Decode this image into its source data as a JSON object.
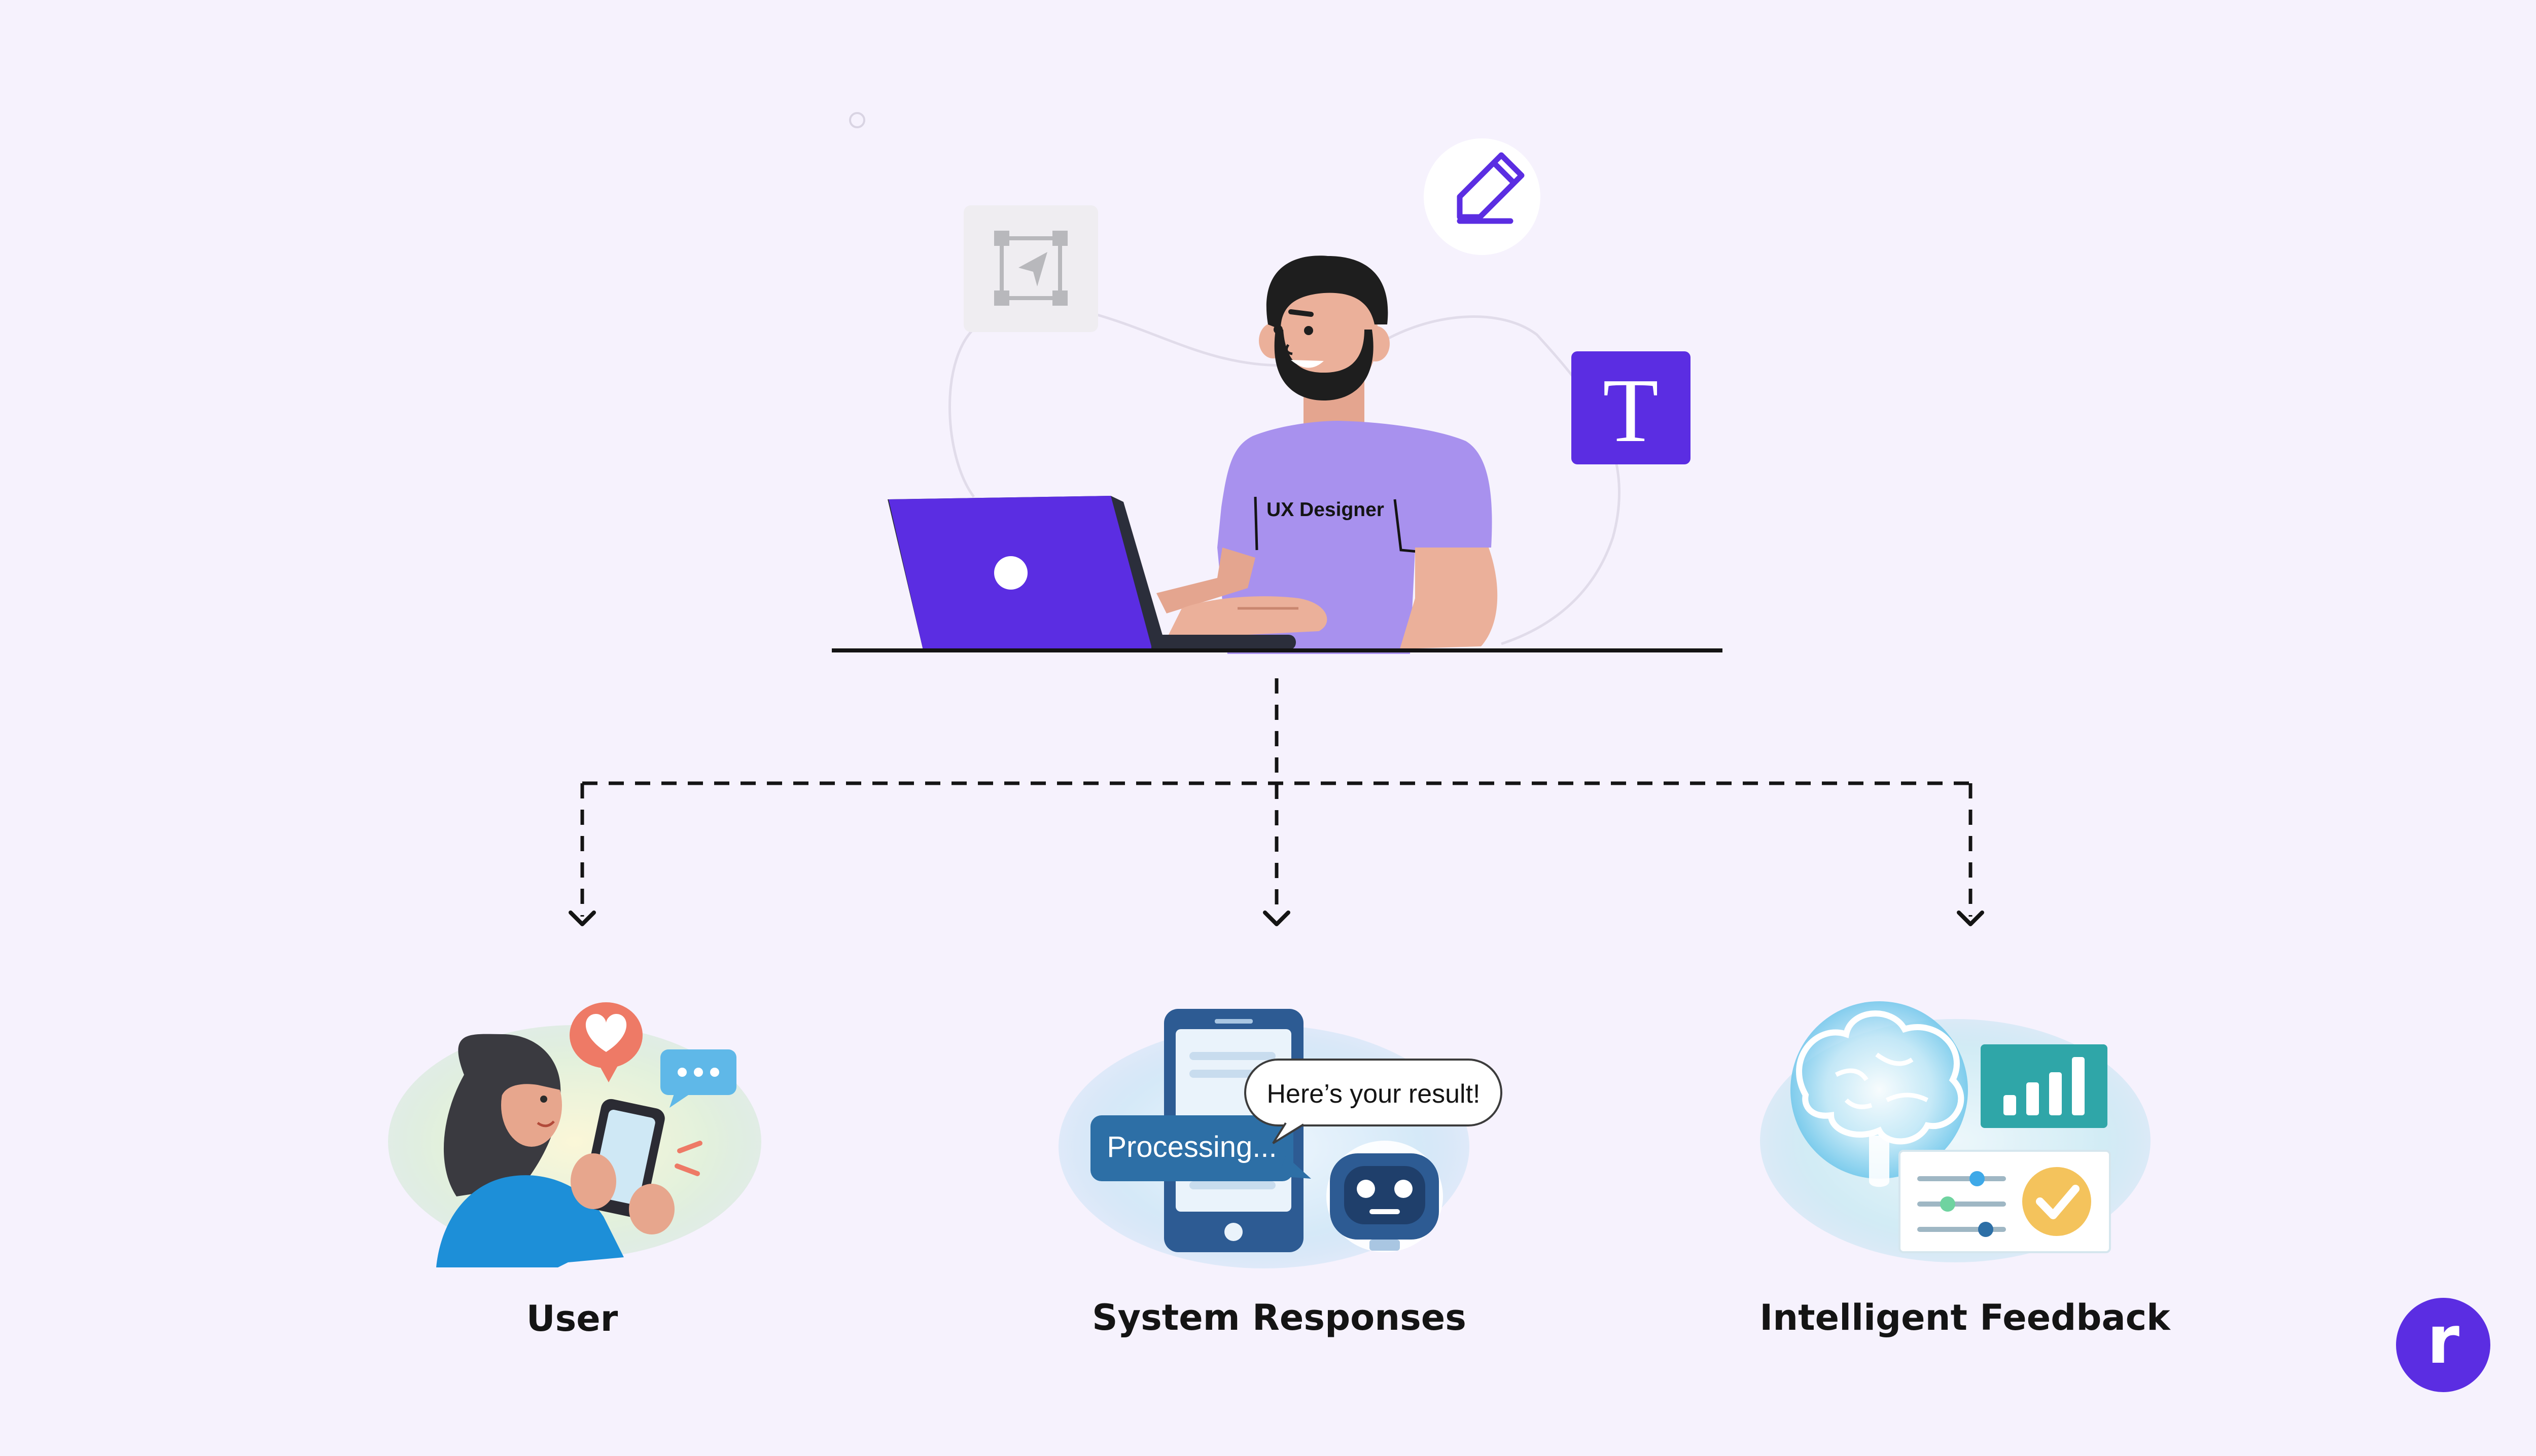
{
  "colors": {
    "background": "#f6f2fd",
    "accent": "#5b2de2",
    "shirt": "#a891ee",
    "skin": "#ebb09a",
    "hair": "#1e1e1e",
    "connector": "#111111",
    "teal": "#2fa6a8",
    "blue": "#2d6fa6",
    "coral": "#ee7a66"
  },
  "designer": {
    "shirt_text": "UX Designer",
    "tool_icons": [
      "select-frame-icon",
      "pencil-icon",
      "text-tool-icon"
    ]
  },
  "nodes": [
    {
      "id": "user",
      "label": "User",
      "icons": [
        "woman-with-phone-icon",
        "heart-bubble-icon",
        "chat-bubble-icon"
      ]
    },
    {
      "id": "system",
      "label": "System Responses",
      "processing_text": "Processing...",
      "result_text": "Here’s your result!",
      "icons": [
        "smartphone-icon",
        "robot-icon"
      ]
    },
    {
      "id": "feedback",
      "label": "Intelligent Feedback",
      "icons": [
        "brain-icon",
        "bar-chart-icon",
        "sliders-icon",
        "check-icon"
      ]
    }
  ],
  "text_icon_glyph": "T",
  "logo": {
    "letter": "r",
    "icon": "brand-logo-icon"
  }
}
